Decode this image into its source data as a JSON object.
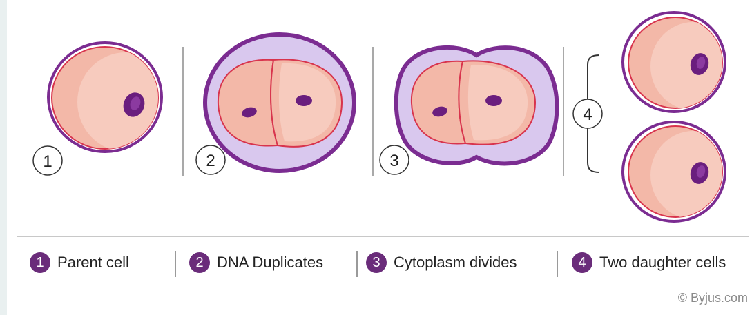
{
  "steps": [
    {
      "number": "1",
      "label": "Parent cell"
    },
    {
      "number": "2",
      "label": "DNA Duplicates"
    },
    {
      "number": "3",
      "label": "Cytoplasm divides"
    },
    {
      "number": "4",
      "label": "Two daughter cells"
    }
  ],
  "credit": "© Byjus.com",
  "colors": {
    "membrane": "#7b2c91",
    "wall_fill": "#d9c8ee",
    "cell_fill": "#f3b8a8",
    "cell_highlight": "#f7cbbe",
    "cell_edge": "#d8344d",
    "nucleus": "#6a1e7e",
    "badge": "#6a2c7a"
  }
}
